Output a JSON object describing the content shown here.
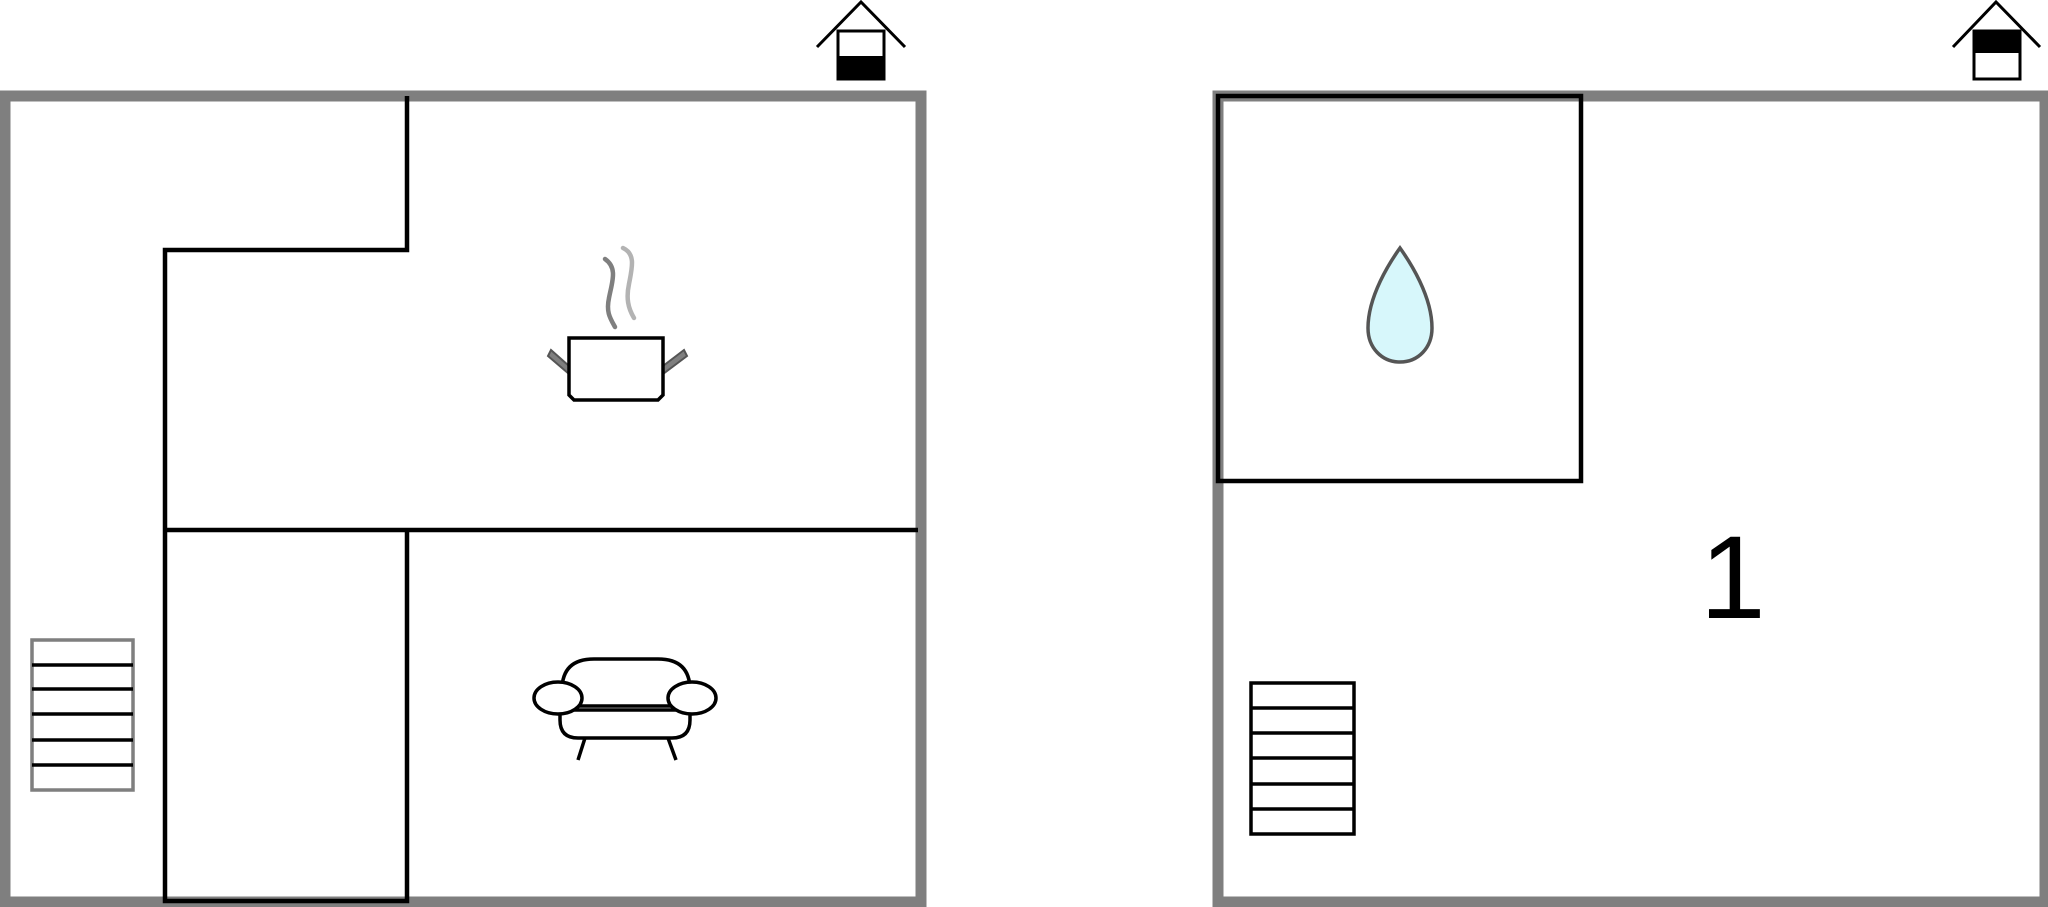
{
  "floors": [
    {
      "name": "floor-ground",
      "indicator": "ground-floor-indicator-icon",
      "rooms": [
        {
          "name": "kitchen",
          "icon": "cooking-pot-icon"
        },
        {
          "name": "living-room",
          "icon": "sofa-icon"
        },
        {
          "name": "entrance",
          "icon": "staircase-icon"
        }
      ]
    },
    {
      "name": "floor-upper",
      "indicator": "upper-floor-indicator-icon",
      "rooms": [
        {
          "name": "bathroom",
          "icon": "water-drop-icon"
        },
        {
          "name": "bedroom",
          "label": "1"
        },
        {
          "name": "landing",
          "icon": "staircase-icon"
        }
      ]
    }
  ],
  "colors": {
    "outer_wall": "#7f7f7f",
    "inner_wall": "#000000",
    "water_fill": "#d7f7fb",
    "steam_dark": "#7f7f7f",
    "steam_light": "#b3b3b3"
  }
}
